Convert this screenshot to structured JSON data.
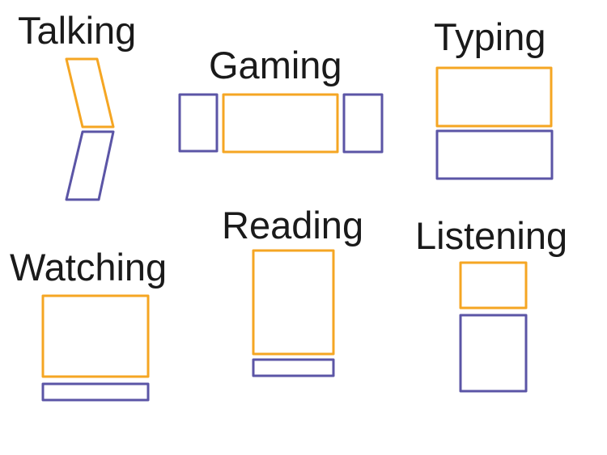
{
  "colors": {
    "display": "#f5a623",
    "input": "#5b55a6"
  },
  "modes": [
    {
      "key": "talking",
      "label": "Talking"
    },
    {
      "key": "gaming",
      "label": "Gaming"
    },
    {
      "key": "typing",
      "label": "Typing"
    },
    {
      "key": "watching",
      "label": "Watching"
    },
    {
      "key": "reading",
      "label": "Reading"
    },
    {
      "key": "listening",
      "label": "Listening"
    }
  ]
}
